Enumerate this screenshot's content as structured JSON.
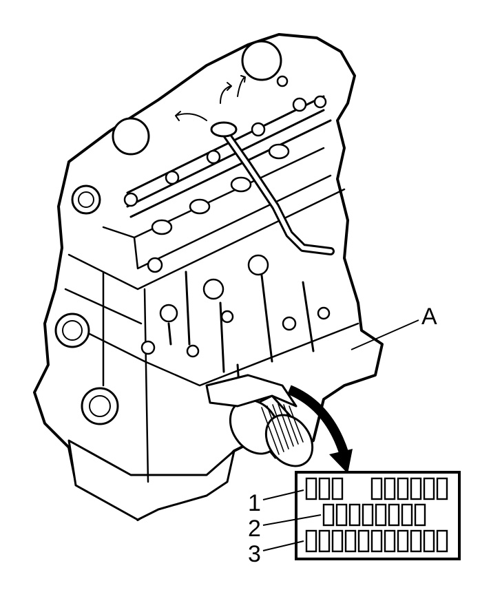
{
  "diagram": {
    "callouts": {
      "a": "A",
      "one": "1",
      "two": "2",
      "three": "3"
    },
    "plate": {
      "row1_groups": [
        3,
        6
      ],
      "row2_count": 8,
      "row3_count": 11
    },
    "colors": {
      "ink": "#000000",
      "paper": "#ffffff"
    }
  }
}
